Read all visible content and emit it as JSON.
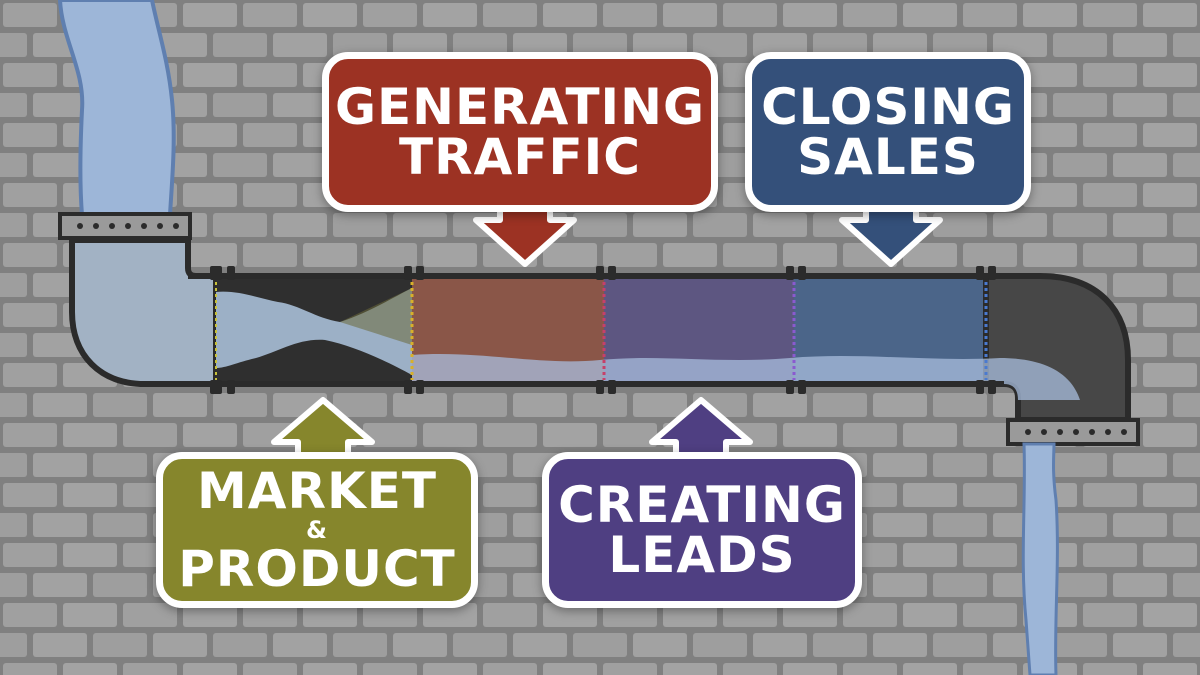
{
  "labels": {
    "generating_traffic": {
      "line1": "GENERATING",
      "line2": "TRAFFIC",
      "color": "#9c3223"
    },
    "closing_sales": {
      "line1": "CLOSING",
      "line2": "SALES",
      "color": "#34507a"
    },
    "market_product": {
      "line1": "MARKET",
      "amp": "&",
      "line2": "PRODUCT",
      "color": "#86862c"
    },
    "creating_leads": {
      "line1": "CREATING",
      "line2": "LEADS",
      "color": "#4f3f82"
    }
  },
  "colors": {
    "background": "#8d8d8d",
    "brick": "#a6a6a6",
    "mortar": "#7f7f7f",
    "pipe_outline": "#2b2b2b",
    "water": "#9fb7d6",
    "water_edge": "#6f89b3"
  }
}
